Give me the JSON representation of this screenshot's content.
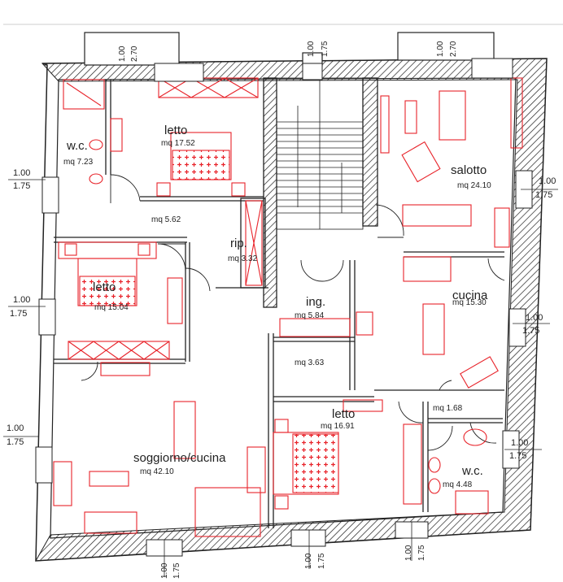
{
  "rooms": {
    "wc1": {
      "name": "w.c.",
      "area": "mq  7.23"
    },
    "letto1": {
      "name": "letto",
      "area": "mq  17.52"
    },
    "disimpegno1": {
      "area": "mq  5.62"
    },
    "ripostiglio": {
      "name": "rip.",
      "area": "mq  3.32"
    },
    "letto2": {
      "name": "letto",
      "area": "mq  15.04"
    },
    "salotto": {
      "name": "salotto",
      "area": "mq  24.10"
    },
    "cucina": {
      "name": "cucina",
      "area": "mq  15.30"
    },
    "ingresso": {
      "name": "ing.",
      "area": "mq  5.84"
    },
    "disimpegno2": {
      "area": "mq  3.63"
    },
    "letto3": {
      "name": "letto",
      "area": "mq  16.91"
    },
    "disimpegno3": {
      "area": "mq  1.68"
    },
    "wc2": {
      "name": "w.c.",
      "area": "mq  4.48"
    },
    "soggiorno": {
      "name": "soggiorno/cucina",
      "area": "mq  42.10"
    }
  },
  "window_dims": {
    "top_left": [
      "1.00",
      "2.70"
    ],
    "top_center": [
      "1.00",
      "1.75"
    ],
    "top_right": [
      "1.00",
      "2.70"
    ],
    "left_1": [
      "1.00",
      "1.75"
    ],
    "left_2": [
      "1.00",
      "1.75"
    ],
    "left_3": [
      "1.00",
      "1.75"
    ],
    "right_1": [
      "1.00",
      "1.75"
    ],
    "right_2": [
      "1.00",
      "1.75"
    ],
    "right_3": [
      "1.00",
      "1.75"
    ],
    "bottom_1": [
      "1.00",
      "1.75"
    ],
    "bottom_2": [
      "1.00",
      "1.75"
    ],
    "bottom_3": [
      "1.00",
      "1.75"
    ]
  },
  "colors": {
    "wall": "#333333",
    "furniture": "#e8232a",
    "line": "#222222"
  }
}
